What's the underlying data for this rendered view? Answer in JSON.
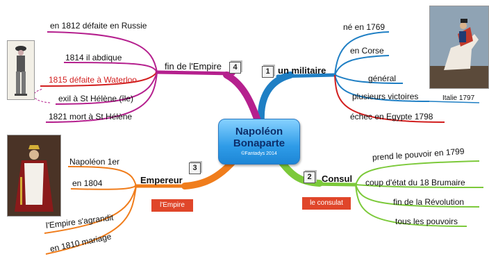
{
  "center": {
    "title": "Napoléon\nBonaparte",
    "credit": "©Fantadys 2014"
  },
  "colors": {
    "militaire": "#1f7fc4",
    "empire_fin": "#b5208e",
    "empereur": "#f07d1c",
    "consul": "#7cc93a",
    "red_branch": "#d21f1f",
    "tag_bg": "#e0462a"
  },
  "branches": {
    "militaire": {
      "number": "1",
      "title": "un militaire",
      "items": [
        "né en 1769",
        "en Corse",
        "général",
        "plusieurs victoires",
        "échec en Egypte 1798"
      ],
      "note": "Italie 1797"
    },
    "consul": {
      "number": "2",
      "title": "Consul",
      "items": [
        "prend le pouvoir en 1799",
        "coup d'état du 18 Brumaire",
        "fin de la Révolution",
        "tous les pouvoirs"
      ],
      "tag": "le consulat"
    },
    "empereur": {
      "number": "3",
      "title": "Empereur",
      "items": [
        "Napoléon 1er",
        "en 1804",
        "l'Empire s'agrandit",
        "en 1810 mariage"
      ],
      "tag": "l'Empire"
    },
    "fin_empire": {
      "number": "4",
      "title": "fin de l'Empire",
      "items": [
        "en 1812 défaite en Russie",
        "1814 il abdique",
        "1815 défaite à Waterloo",
        "exil à St Hélène (île)",
        "1821 mort à St Hélène"
      ]
    }
  },
  "images": {
    "standing_portrait": "napoleon-standing-engraving",
    "horse_painting": "napoleon-crossing-alps-painting",
    "coronation_painting": "napoleon-coronation-portrait"
  }
}
